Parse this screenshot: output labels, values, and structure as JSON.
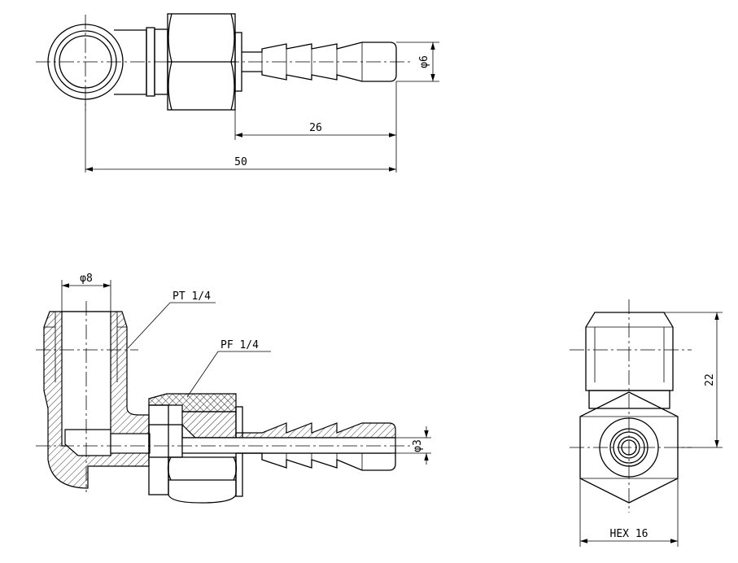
{
  "dimensions": {
    "hose_od": "φ6",
    "barb_length": "26",
    "overall_length": "50",
    "port_id": "φ8",
    "pt_thread": "PT 1/4",
    "pf_thread": "PF 1/4",
    "bore": "φ3",
    "height": "22",
    "hex": "HEX 16"
  }
}
